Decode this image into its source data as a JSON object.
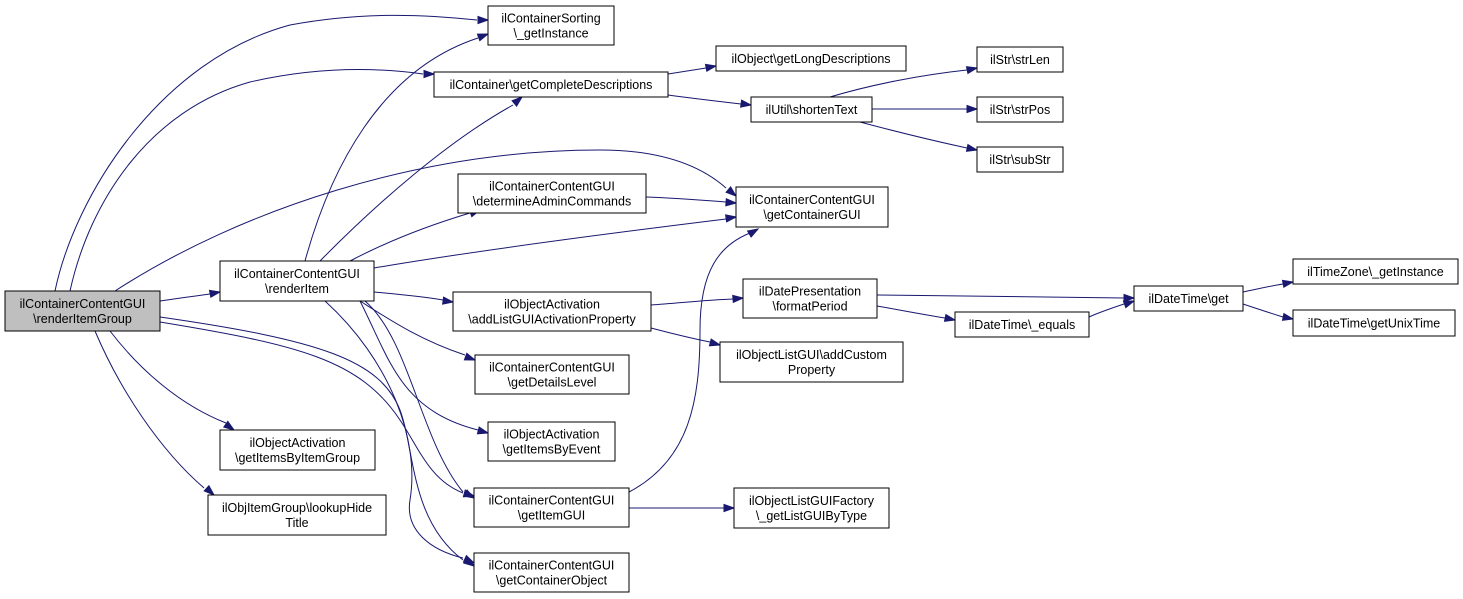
{
  "graph": {
    "nodes": [
      {
        "id": "root",
        "lines": [
          "ilContainerContentGUI",
          "\\renderItemGroup"
        ],
        "focus": true
      },
      {
        "id": "renderItem",
        "lines": [
          "ilContainerContentGUI",
          "\\renderItem"
        ]
      },
      {
        "id": "getItemsByItemGroup",
        "lines": [
          "ilObjectActivation",
          "\\getItemsByItemGroup"
        ]
      },
      {
        "id": "lookupHideTitle",
        "lines": [
          "ilObjItemGroup\\lookupHide",
          "Title"
        ]
      },
      {
        "id": "sortingGetInstance",
        "lines": [
          "ilContainerSorting",
          "\\_getInstance"
        ]
      },
      {
        "id": "getCompleteDescriptions",
        "lines": [
          "ilContainer\\getCompleteDescriptions"
        ]
      },
      {
        "id": "determineAdminCommands",
        "lines": [
          "ilContainerContentGUI",
          "\\determineAdminCommands"
        ]
      },
      {
        "id": "addListGUIActivationProperty",
        "lines": [
          "ilObjectActivation",
          "\\addListGUIActivationProperty"
        ]
      },
      {
        "id": "getDetailsLevel",
        "lines": [
          "ilContainerContentGUI",
          "\\getDetailsLevel"
        ]
      },
      {
        "id": "getItemsByEvent",
        "lines": [
          "ilObjectActivation",
          "\\getItemsByEvent"
        ]
      },
      {
        "id": "getItemGUI",
        "lines": [
          "ilContainerContentGUI",
          "\\getItemGUI"
        ]
      },
      {
        "id": "getContainerObject",
        "lines": [
          "ilContainerContentGUI",
          "\\getContainerObject"
        ]
      },
      {
        "id": "getLongDescriptions",
        "lines": [
          "ilObject\\getLongDescriptions"
        ]
      },
      {
        "id": "shortenText",
        "lines": [
          "ilUtil\\shortenText"
        ]
      },
      {
        "id": "getContainerGUI",
        "lines": [
          "ilContainerContentGUI",
          "\\getContainerGUI"
        ]
      },
      {
        "id": "formatPeriod",
        "lines": [
          "ilDatePresentation",
          "\\formatPeriod"
        ]
      },
      {
        "id": "addCustomProperty",
        "lines": [
          "ilObjectListGUI\\addCustom",
          "Property"
        ]
      },
      {
        "id": "getListGUIByType",
        "lines": [
          "ilObjectListGUIFactory",
          "\\_getListGUIByType"
        ]
      },
      {
        "id": "strLen",
        "lines": [
          "ilStr\\strLen"
        ]
      },
      {
        "id": "strPos",
        "lines": [
          "ilStr\\strPos"
        ]
      },
      {
        "id": "subStr",
        "lines": [
          "ilStr\\subStr"
        ]
      },
      {
        "id": "equals",
        "lines": [
          "ilDateTime\\_equals"
        ]
      },
      {
        "id": "dtGet",
        "lines": [
          "ilDateTime\\get"
        ]
      },
      {
        "id": "tzGetInstance",
        "lines": [
          "ilTimeZone\\_getInstance"
        ]
      },
      {
        "id": "getUnixTime",
        "lines": [
          "ilDateTime\\getUnixTime"
        ]
      }
    ],
    "edges": [
      {
        "from": "root",
        "to": "sortingGetInstance"
      },
      {
        "from": "root",
        "to": "getCompleteDescriptions"
      },
      {
        "from": "root",
        "to": "getContainerGUI"
      },
      {
        "from": "root",
        "to": "renderItem"
      },
      {
        "from": "root",
        "to": "getItemsByItemGroup"
      },
      {
        "from": "root",
        "to": "lookupHideTitle"
      },
      {
        "from": "root",
        "to": "getItemGUI"
      },
      {
        "from": "root",
        "to": "getContainerObject"
      },
      {
        "from": "renderItem",
        "to": "sortingGetInstance"
      },
      {
        "from": "renderItem",
        "to": "getCompleteDescriptions"
      },
      {
        "from": "renderItem",
        "to": "determineAdminCommands"
      },
      {
        "from": "renderItem",
        "to": "getContainerGUI"
      },
      {
        "from": "renderItem",
        "to": "addListGUIActivationProperty"
      },
      {
        "from": "renderItem",
        "to": "getDetailsLevel"
      },
      {
        "from": "renderItem",
        "to": "getItemsByEvent"
      },
      {
        "from": "renderItem",
        "to": "getItemGUI"
      },
      {
        "from": "renderItem",
        "to": "getContainerObject"
      },
      {
        "from": "getCompleteDescriptions",
        "to": "getLongDescriptions"
      },
      {
        "from": "getCompleteDescriptions",
        "to": "shortenText"
      },
      {
        "from": "shortenText",
        "to": "strLen"
      },
      {
        "from": "shortenText",
        "to": "strPos"
      },
      {
        "from": "shortenText",
        "to": "subStr"
      },
      {
        "from": "determineAdminCommands",
        "to": "getContainerGUI"
      },
      {
        "from": "addListGUIActivationProperty",
        "to": "formatPeriod"
      },
      {
        "from": "addListGUIActivationProperty",
        "to": "addCustomProperty"
      },
      {
        "from": "formatPeriod",
        "to": "dtGet"
      },
      {
        "from": "formatPeriod",
        "to": "equals"
      },
      {
        "from": "equals",
        "to": "dtGet"
      },
      {
        "from": "dtGet",
        "to": "tzGetInstance"
      },
      {
        "from": "dtGet",
        "to": "getUnixTime"
      },
      {
        "from": "getItemGUI",
        "to": "getContainerGUI"
      },
      {
        "from": "getItemGUI",
        "to": "getListGUIByType"
      }
    ]
  }
}
